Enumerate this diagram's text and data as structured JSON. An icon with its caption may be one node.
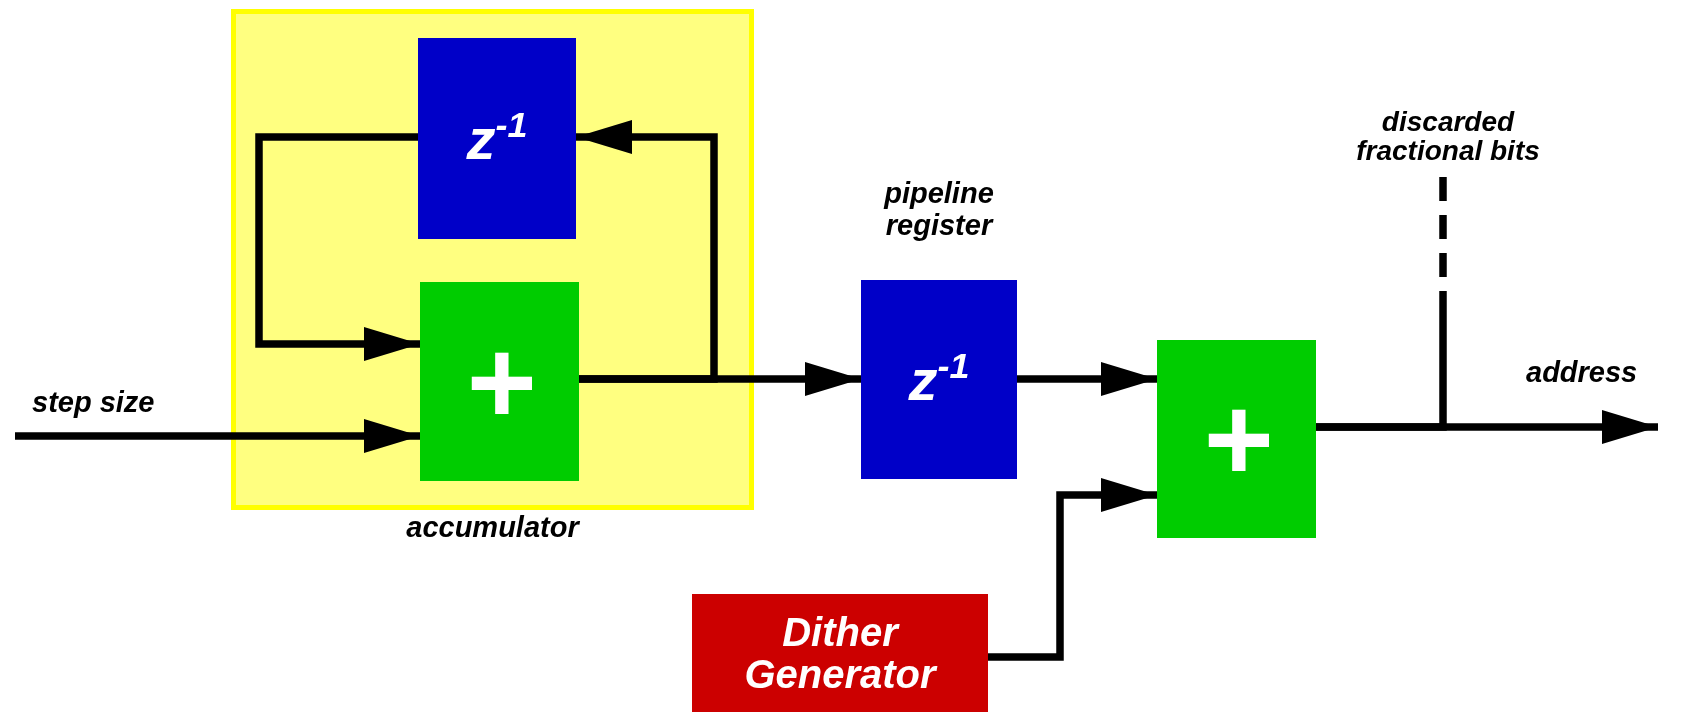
{
  "diagram": {
    "nodes": [
      {
        "text": [
          "accumulator"
        ]
      },
      {
        "text": [
          "z$^{-1}$"
        ],
        "in": 0
      },
      {
        "text": [
          "+"
        ],
        "in": 0
      },
      {
        "text": [
          "z$^{-1}$"
        ],
        "beside": [
          "pipeline register"
        ]
      },
      {
        "text": [
          "+"
        ]
      },
      {
        "text": [
          "Dither Generator"
        ]
      },
      {
        "text": [
          "discarded fractional bits"
        ]
      }
    ],
    "edges": [
      {
        "from": 2,
        "to": 1,
        "arrow": "to"
      },
      {
        "from": 1,
        "to": 2,
        "arrow": "to"
      },
      {
        "from": null,
        "to": 2,
        "arrow": "to"
      },
      {
        "from": 2,
        "to": 3,
        "arrow": "to"
      },
      {
        "from": 3,
        "to": 4,
        "arrow": "to"
      },
      {
        "from": 5,
        "to": 4,
        "arrow": "to"
      },
      {
        "from": 4,
        "to": null,
        "arrow": "to"
      },
      {
        "from": 4,
        "to": 6,
        "arrow": "none",
        "style": "dashed"
      }
    ],
    "labels": [
      "step size",
      "address"
    ]
  }
}
